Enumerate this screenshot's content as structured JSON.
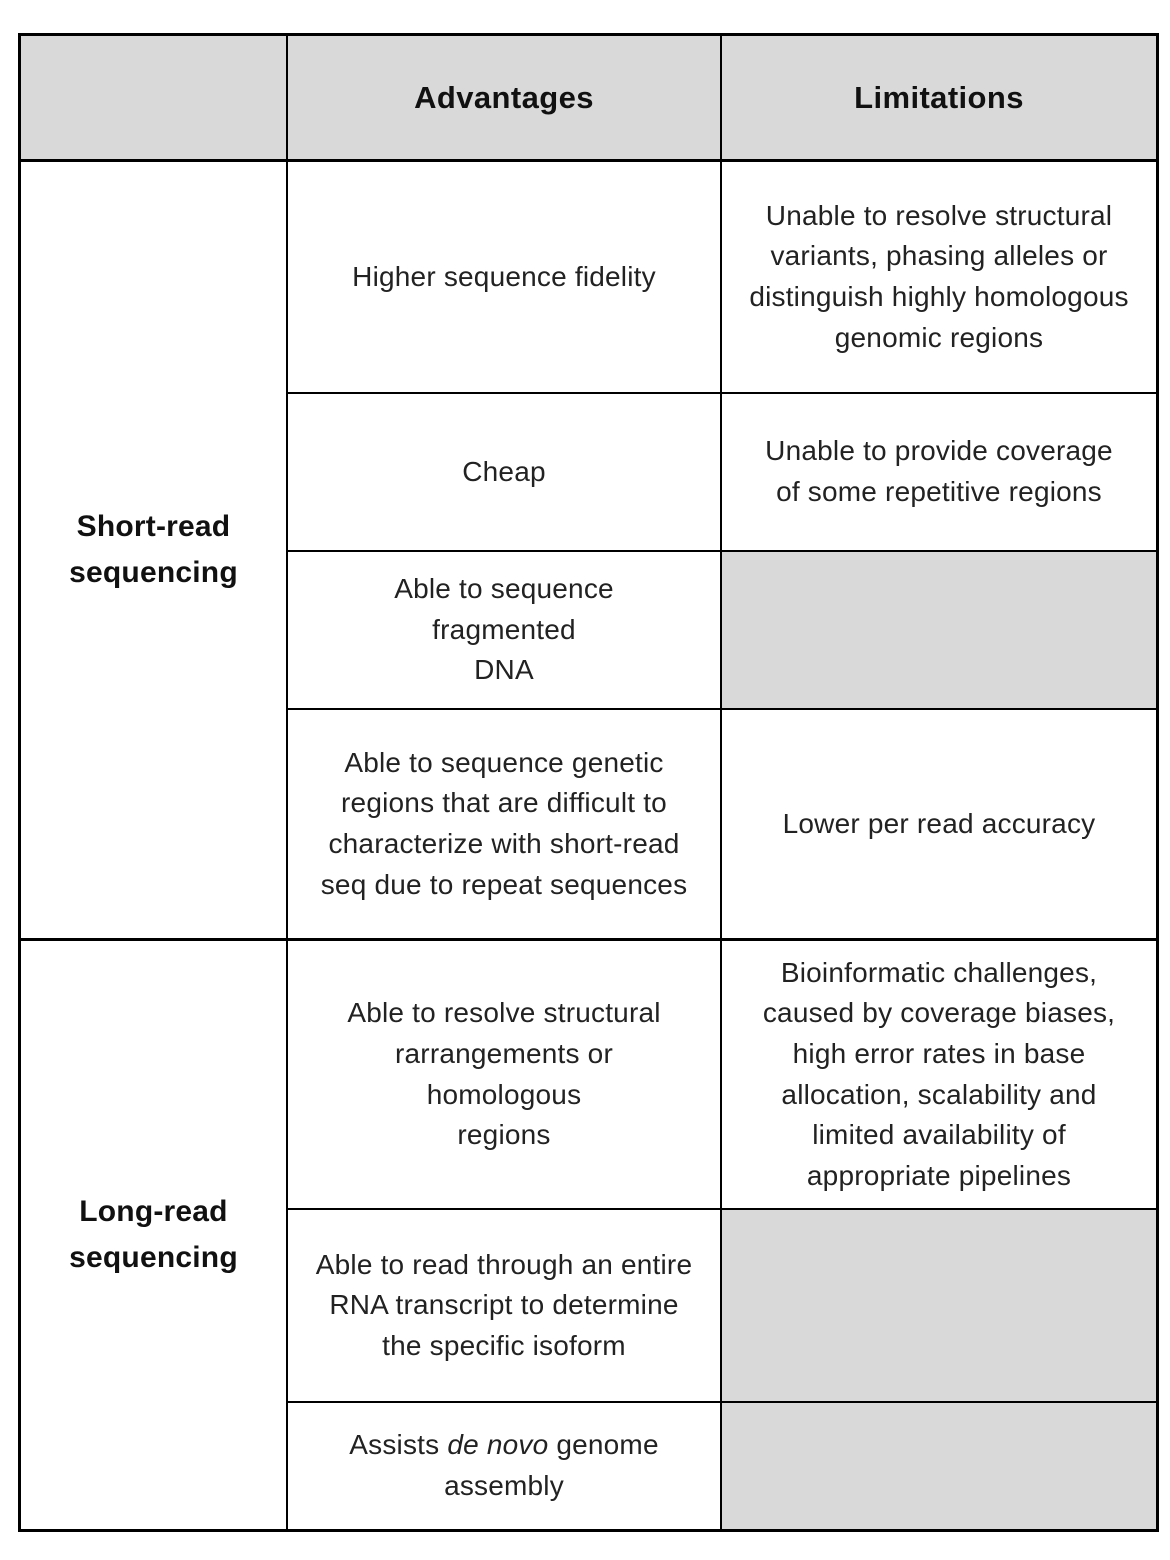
{
  "colors": {
    "header_bg": "#d9d9d9",
    "empty_cell_bg": "#d9d9d9",
    "border": "#000000",
    "text": "#222222"
  },
  "table": {
    "header": {
      "advantages": "Advantages",
      "limitations": "Limitations"
    },
    "groups": [
      {
        "label": "Short-read\nsequencing",
        "rows": [
          {
            "advantage": "Higher sequence fidelity",
            "limitation": "Unable to resolve structural\nvariants, phasing alleles or\ndistinguish highly homologous\ngenomic regions"
          },
          {
            "advantage": "Cheap",
            "limitation": "Unable to provide coverage\nof some repetitive regions"
          },
          {
            "advantage": "Able to sequence\nfragmented\nDNA",
            "limitation": ""
          },
          {
            "advantage": "Able to sequence genetic\nregions that are difficult to\ncharacterize with short-read\nseq due to repeat sequences",
            "limitation": "Lower per read accuracy"
          }
        ]
      },
      {
        "label": "Long-read\nsequencing",
        "rows": [
          {
            "advantage": "Able to resolve structural\nrarrangements or\nhomologous\nregions",
            "limitation": "Bioinformatic challenges,\ncaused by coverage biases,\nhigh error rates in base\nallocation, scalability and\nlimited availability of\nappropriate pipelines"
          },
          {
            "advantage": "Able to read through an entire\nRNA transcript to determine\nthe specific isoform",
            "limitation": ""
          },
          {
            "advantage_parts": [
              "Assists ",
              "de novo",
              " genome assembly"
            ],
            "limitation": ""
          }
        ]
      }
    ]
  }
}
